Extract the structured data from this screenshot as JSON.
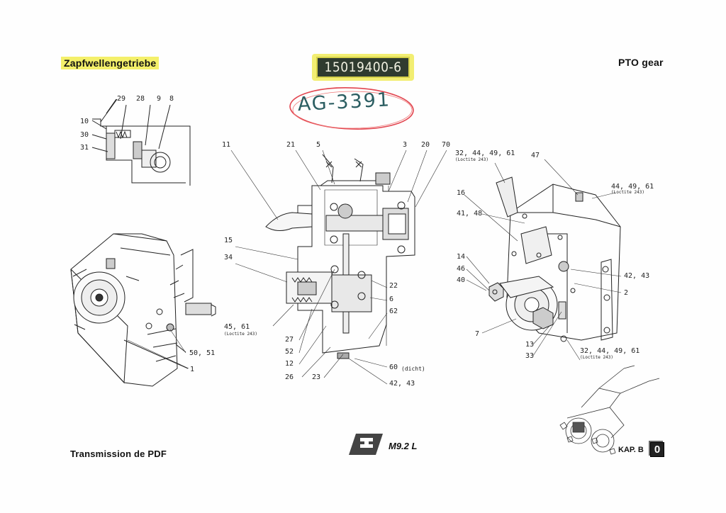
{
  "header": {
    "title_de": "Zapfwellengetriebe",
    "title_en": "PTO gear",
    "part_number": "15019400-6",
    "handwritten_note": "AG-3391"
  },
  "footer": {
    "title_fr": "Transmission de PDF",
    "model": "M9.2 L",
    "chapter_prefix": "KAP. B",
    "chapter_number": "0"
  },
  "callouts": {
    "detail": [
      "29",
      "28",
      "9",
      "8",
      "10",
      "30",
      "31"
    ],
    "section_top": [
      "11",
      "21",
      "5",
      "3",
      "20",
      "70"
    ],
    "section_left": [
      "15",
      "34",
      "45, 61",
      "27",
      "52",
      "12",
      "26",
      "23"
    ],
    "section_left_note": "(Loctite 243)",
    "section_right": [
      "22",
      "6",
      "62",
      "60",
      "42, 43"
    ],
    "section_right_note": "(dicht)",
    "assembly_left": [
      "50, 51",
      "1"
    ],
    "exploded": [
      "32, 44, 49, 61",
      "47",
      "44, 49, 61",
      "16",
      "41, 48",
      "14",
      "46",
      "40",
      "42, 43",
      "2",
      "7",
      "13",
      "33",
      "32, 44, 49, 61"
    ],
    "exploded_note": "(Loctite 243)"
  },
  "colors": {
    "highlight": "#f4f06a",
    "partno_bg": "#2f3b2f",
    "circle": "#e2454f",
    "handwriting": "#2c5e62"
  }
}
